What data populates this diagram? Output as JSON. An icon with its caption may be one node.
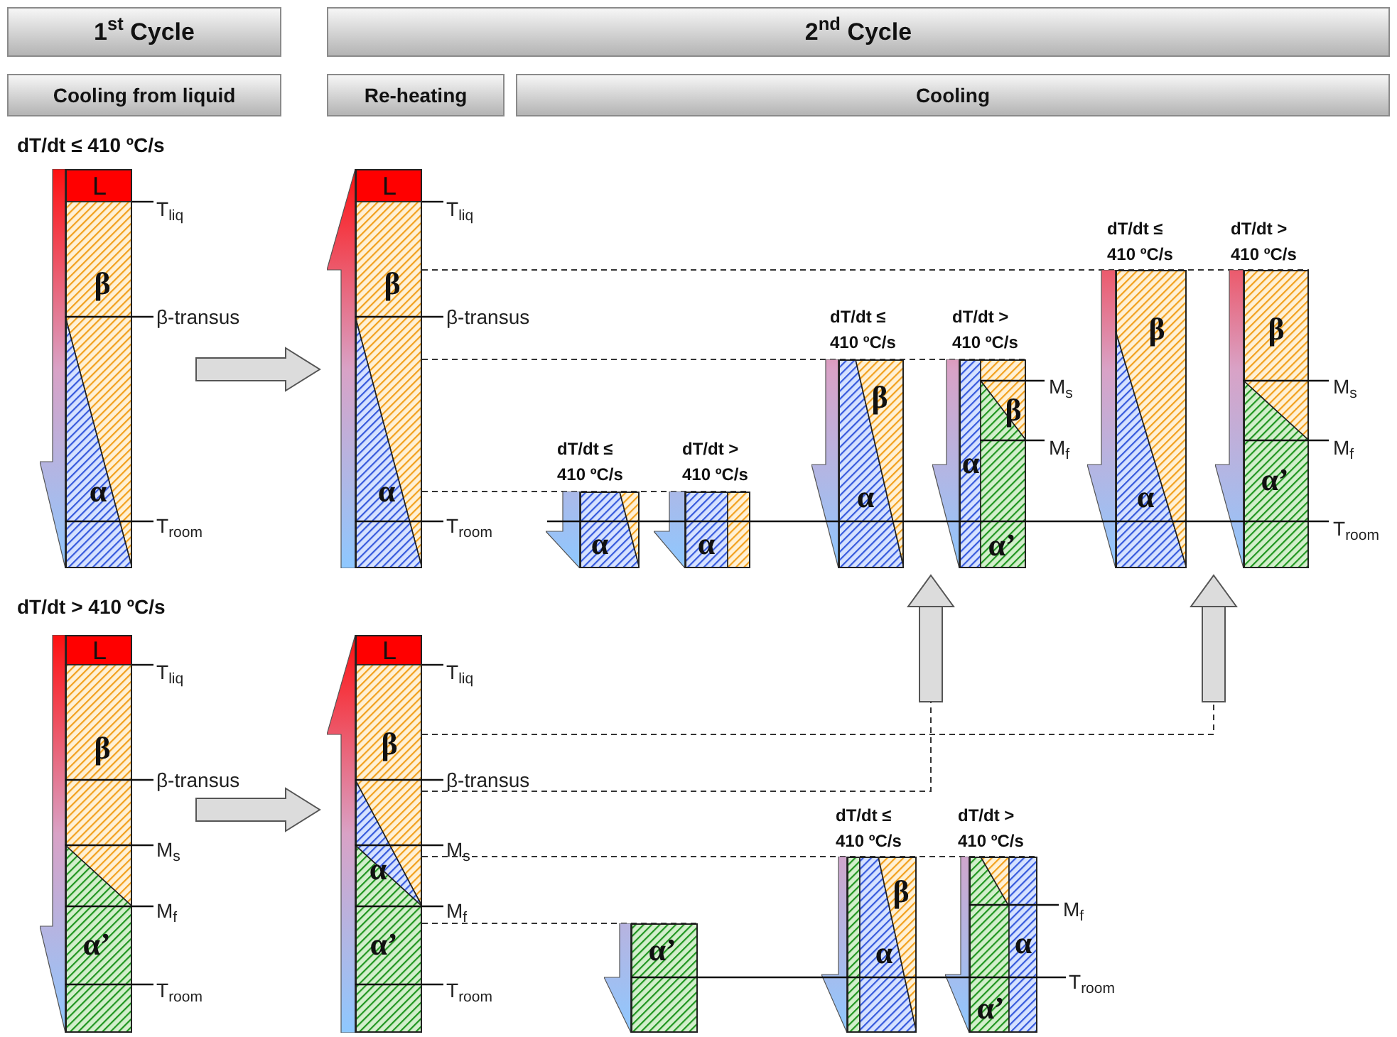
{
  "diagram": {
    "nodes": [
      {
        "text": [
          "1$^{st}$ Cycle"
        ]
      },
      {
        "text": [
          "2$^{nd}$ Cycle"
        ]
      },
      {
        "text": [
          "Cooling from liquid"
        ]
      },
      {
        "text": [
          "Re-heating"
        ]
      },
      {
        "text": [
          "Cooling"
        ]
      },
      {
        "text": [
          "L",
          "β",
          "α"
        ],
        "beside": [
          "T$_{liq}$",
          "β-transus",
          "T$_{room}$"
        ]
      },
      {
        "text": [
          "L",
          "β",
          "α"
        ],
        "beside": [
          "T$_{liq}$",
          "β-transus",
          "T$_{room}$"
        ]
      },
      {
        "text": [
          "α"
        ],
        "beside": [
          "dT/dt ≤ 410 ºC/s"
        ]
      },
      {
        "text": [
          "α"
        ],
        "beside": [
          "dT/dt > 410 ºC/s"
        ]
      },
      {
        "text": [
          "β",
          "α"
        ],
        "beside": [
          "dT/dt ≤ 410 ºC/s"
        ]
      },
      {
        "text": [
          "β",
          "α",
          "α’"
        ],
        "beside": [
          "dT/dt > 410 ºC/s",
          "M$_{s}$",
          "M$_{f}$"
        ]
      },
      {
        "text": [
          "β",
          "α"
        ],
        "beside": [
          "dT/dt ≤ 410 ºC/s"
        ]
      },
      {
        "text": [
          "β",
          "α’"
        ],
        "beside": [
          "dT/dt > 410 ºC/s",
          "M$_{s}$",
          "M$_{f}$",
          "T$_{room}$"
        ]
      },
      {
        "text": [
          "L",
          "β",
          "α’"
        ],
        "beside": [
          "T$_{liq}$",
          "β-transus",
          "M$_{s}$",
          "M$_{f}$",
          "T$_{room}$"
        ]
      },
      {
        "text": [
          "L",
          "β",
          "α",
          "α’"
        ],
        "beside": [
          "T$_{liq}$",
          "β-transus",
          "M$_{s}$",
          "M$_{f}$",
          "T$_{room}$"
        ]
      },
      {
        "text": [
          "α’"
        ]
      },
      {
        "text": [
          "β",
          "α"
        ],
        "beside": [
          "dT/dt ≤ 410 ºC/s"
        ]
      },
      {
        "text": [
          "α",
          "α’"
        ],
        "beside": [
          "dT/dt > 410 ºC/s",
          "M$_{f}$",
          "T$_{room}$"
        ]
      }
    ],
    "edges": [
      {
        "from": 5,
        "to": 6,
        "arrow": "to"
      },
      {
        "from": 13,
        "to": 14,
        "arrow": "to"
      },
      {
        "from": 6,
        "to": 8,
        "arrow": "none",
        "style": "dashed"
      },
      {
        "from": 6,
        "to": 10,
        "arrow": "none",
        "style": "dashed"
      },
      {
        "from": 6,
        "to": 12,
        "arrow": "none",
        "style": "dashed"
      },
      {
        "from": 14,
        "to": 10,
        "arrow": "to",
        "style": "dashed"
      },
      {
        "from": 14,
        "to": 12,
        "arrow": "to",
        "style": "dashed"
      },
      {
        "from": 14,
        "to": 17,
        "arrow": "none",
        "style": "dashed"
      },
      {
        "from": 14,
        "to": 15,
        "arrow": "none",
        "style": "dashed"
      }
    ],
    "labels": [
      "dT/dt ≤ 410 ºC/s",
      "dT/dt > 410 ºC/s"
    ]
  }
}
